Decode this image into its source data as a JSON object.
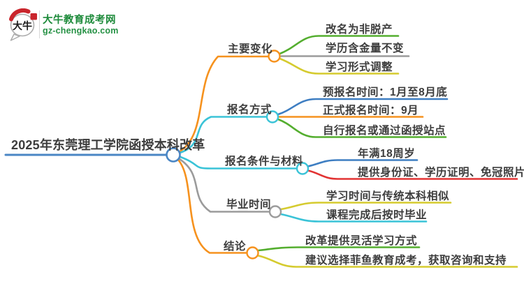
{
  "logo": {
    "icon_text": "大牛",
    "site_name": "大牛教育成考网",
    "site_url": "gz-chengkao.com"
  },
  "colors": {
    "root_accent": "#4a86c4",
    "orange": "#f6921e",
    "cyan": "#3ac3d7",
    "gray": "#9b9b9b",
    "green": "#54ae2f",
    "yellow": "#d5cb2f",
    "blue": "#3e7ec2",
    "red": "#e23333",
    "text": "#3d3d3d",
    "logo_green": "#1e8b3b"
  },
  "mindmap": {
    "root": {
      "label": "2025年东莞理工学院函授本科改革"
    },
    "branches": [
      {
        "label": "主要变化",
        "color": "#f6921e",
        "children": [
          {
            "label": "改名为非脱产",
            "color": "#54ae2f"
          },
          {
            "label": "学历含金量不变",
            "color": "#9b9b9b"
          },
          {
            "label": "学习形式调整",
            "color": "#d5cb2f"
          }
        ]
      },
      {
        "label": "报名方式",
        "color": "#3ac3d7",
        "children": [
          {
            "label": "预报名时间：1月至8月底",
            "color": "#3e7ec2"
          },
          {
            "label": "正式报名时间：9月",
            "color": "#f6921e"
          },
          {
            "label": "自行报名或通过函授站点",
            "color": "#54ae2f"
          }
        ]
      },
      {
        "label": "报名条件与材料",
        "color": "#3ac3d7",
        "children": [
          {
            "label": "年满18周岁",
            "color": "#3e7ec2"
          },
          {
            "label": "提供身份证、学历证明、免冠照片",
            "color": "#e23333"
          }
        ]
      },
      {
        "label": "毕业时间",
        "color": "#9b9b9b",
        "children": [
          {
            "label": "学习时间与传统本科相似",
            "color": "#d5cb2f"
          },
          {
            "label": "课程完成后按时毕业",
            "color": "#3ac3d7"
          }
        ]
      },
      {
        "label": "结论",
        "color": "#f6921e",
        "children": [
          {
            "label": "改革提供灵活学习方式",
            "color": "#54ae2f"
          },
          {
            "label": "建议选择菲鱼教育成考，获取咨询和支持",
            "color": "#d5cb2f"
          }
        ]
      }
    ]
  }
}
